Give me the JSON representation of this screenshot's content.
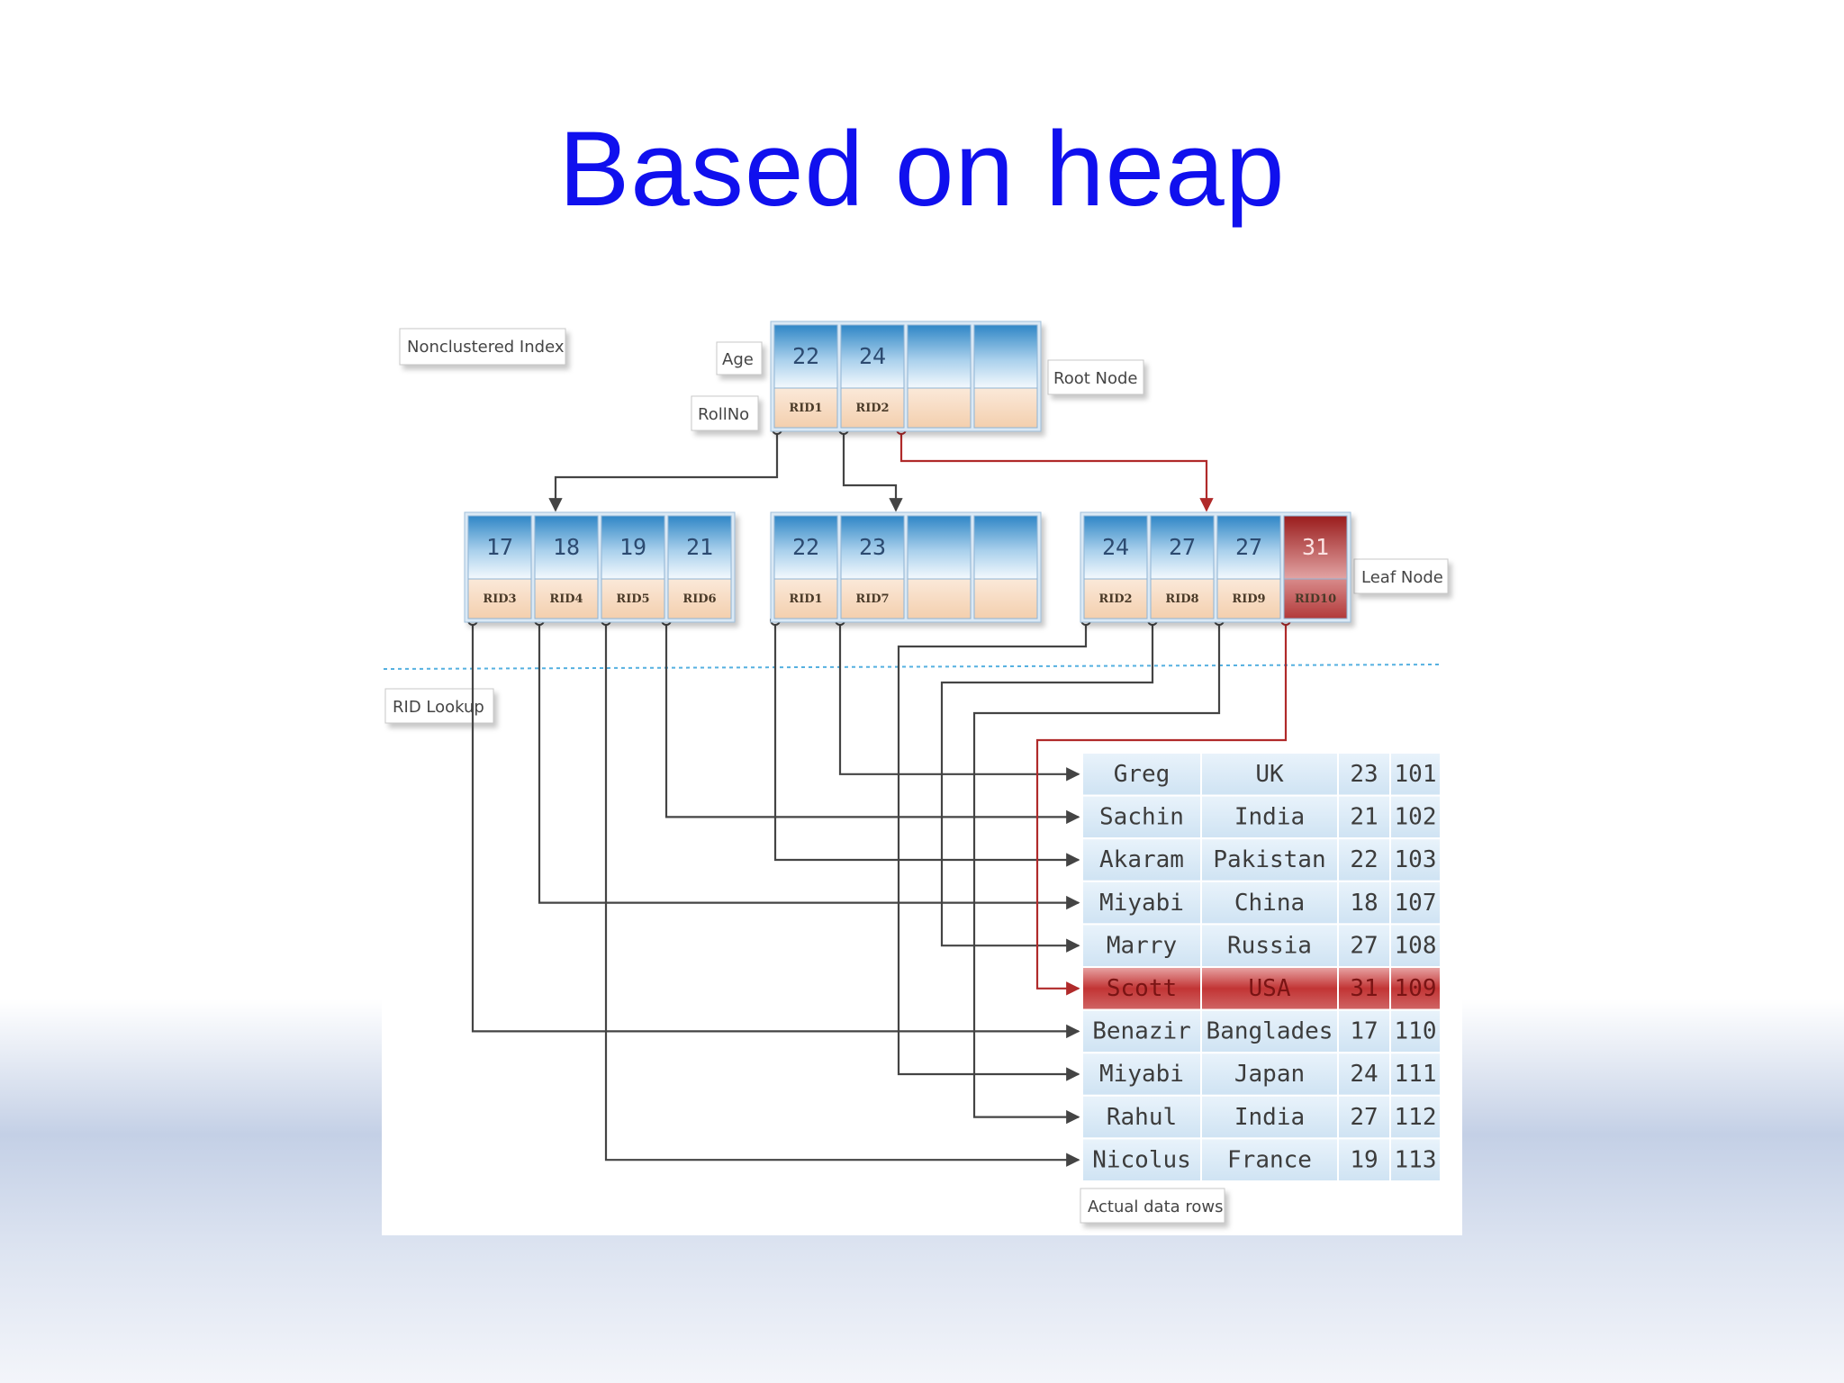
{
  "title": "Based on heap",
  "callouts": {
    "nonclustered_index": "Nonclustered Index",
    "age": "Age",
    "rollno": "RollNo",
    "root_node": "Root Node",
    "leaf_node": "Leaf Node",
    "rid_lookup": "RID Lookup",
    "actual_data_rows": "Actual data rows"
  },
  "root_node": {
    "cells": [
      {
        "key": "22",
        "rid": "RID1"
      },
      {
        "key": "24",
        "rid": "RID2"
      },
      {
        "key": "",
        "rid": ""
      },
      {
        "key": "",
        "rid": ""
      }
    ]
  },
  "leaf_nodes": [
    {
      "cells": [
        {
          "key": "17",
          "rid": "RID3"
        },
        {
          "key": "18",
          "rid": "RID4"
        },
        {
          "key": "19",
          "rid": "RID5"
        },
        {
          "key": "21",
          "rid": "RID6"
        }
      ]
    },
    {
      "cells": [
        {
          "key": "22",
          "rid": "RID1"
        },
        {
          "key": "23",
          "rid": "RID7"
        },
        {
          "key": "",
          "rid": ""
        },
        {
          "key": "",
          "rid": ""
        }
      ]
    },
    {
      "cells": [
        {
          "key": "24",
          "rid": "RID2"
        },
        {
          "key": "27",
          "rid": "RID8"
        },
        {
          "key": "27",
          "rid": "RID9"
        },
        {
          "key": "31",
          "rid": "RID10",
          "highlight": true
        }
      ]
    }
  ],
  "data_rows": [
    {
      "name": "Greg",
      "country": "UK",
      "age": "23",
      "rollno": "101"
    },
    {
      "name": "Sachin",
      "country": "India",
      "age": "21",
      "rollno": "102"
    },
    {
      "name": "Akaram",
      "country": "Pakistan",
      "age": "22",
      "rollno": "103"
    },
    {
      "name": "Miyabi",
      "country": "China",
      "age": "18",
      "rollno": "107"
    },
    {
      "name": "Marry",
      "country": "Russia",
      "age": "27",
      "rollno": "108"
    },
    {
      "name": "Scott",
      "country": "USA",
      "age": "31",
      "rollno": "109",
      "highlight": true
    },
    {
      "name": "Benazir",
      "country": "Banglades",
      "age": "17",
      "rollno": "110"
    },
    {
      "name": "Miyabi",
      "country": "Japan",
      "age": "24",
      "rollno": "111"
    },
    {
      "name": "Rahul",
      "country": "India",
      "age": "27",
      "rollno": "112"
    },
    {
      "name": "Nicolus",
      "country": "France",
      "age": "19",
      "rollno": "113"
    }
  ],
  "colors": {
    "title": "#1010ee",
    "highlight": "#b02a2a",
    "connector": "#444444",
    "divider": "#55b0e0"
  }
}
